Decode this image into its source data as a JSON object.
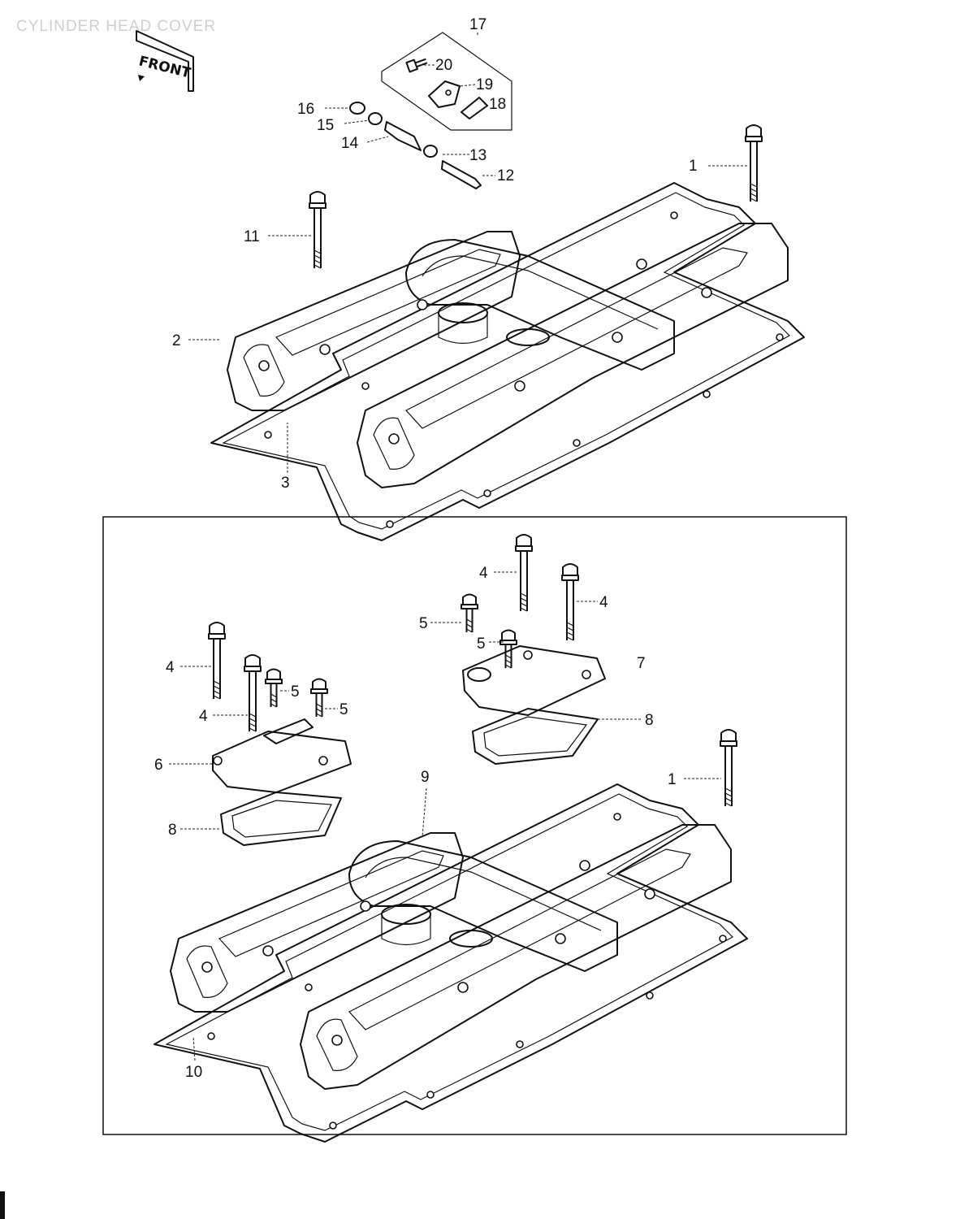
{
  "title": "CYLINDER HEAD COVER",
  "front_label": "FRONT",
  "callouts_top": {
    "c17": "17",
    "c20": "20",
    "c19": "19",
    "c18": "18",
    "c16": "16",
    "c15": "15",
    "c14": "14",
    "c13": "13",
    "c12": "12",
    "c1": "1",
    "c11": "11",
    "c2": "2",
    "c3": "3"
  },
  "callouts_bottom": {
    "c4a": "4",
    "c4b": "4",
    "c5a": "5",
    "c5b": "5",
    "c7": "7",
    "c8a": "8",
    "c4c": "4",
    "c4d": "4",
    "c5c": "5",
    "c5d": "5",
    "c6": "6",
    "c8b": "8",
    "c9": "9",
    "c1": "1",
    "c10": "10"
  }
}
